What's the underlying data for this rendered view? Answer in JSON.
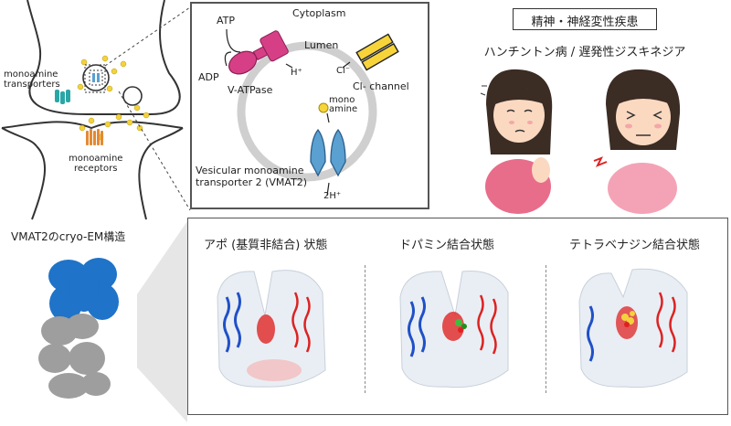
{
  "synapse": {
    "transporter_label": "monoamine\ntransporters",
    "receptor_label": "monoamine\nreceptors"
  },
  "vesicle": {
    "cytoplasm": "Cytoplasm",
    "lumen": "Lumen",
    "atp": "ATP",
    "adp": "ADP",
    "hplus": "H⁺",
    "vatpase": "V-ATPase",
    "cl_ion": "Cl⁻",
    "cl_channel": "Cl- channel",
    "monoamine": "mono\namine",
    "vmat2_label": "Vesicular monoamine\ntransporter 2 (VMAT2)",
    "two_h": "2H⁺"
  },
  "disease": {
    "box_title": "精神・神経変性疾患",
    "subtitle": "ハンチントン病 / 遅発性ジスキネジア"
  },
  "structure": {
    "cryo_title": "VMAT2のcryo-EM構造",
    "states": [
      {
        "label": "アポ (基質非結合) 状態"
      },
      {
        "label": "ドパミン結合状態"
      },
      {
        "label": "テトラベナジン結合状態"
      }
    ]
  },
  "colors": {
    "pink": "#d63f86",
    "yellow": "#f7d53a",
    "blue": "#5aa0d0",
    "teal": "#2aa6a6",
    "orange": "#e48a33",
    "cryo_blue": "#1f73c8"
  }
}
